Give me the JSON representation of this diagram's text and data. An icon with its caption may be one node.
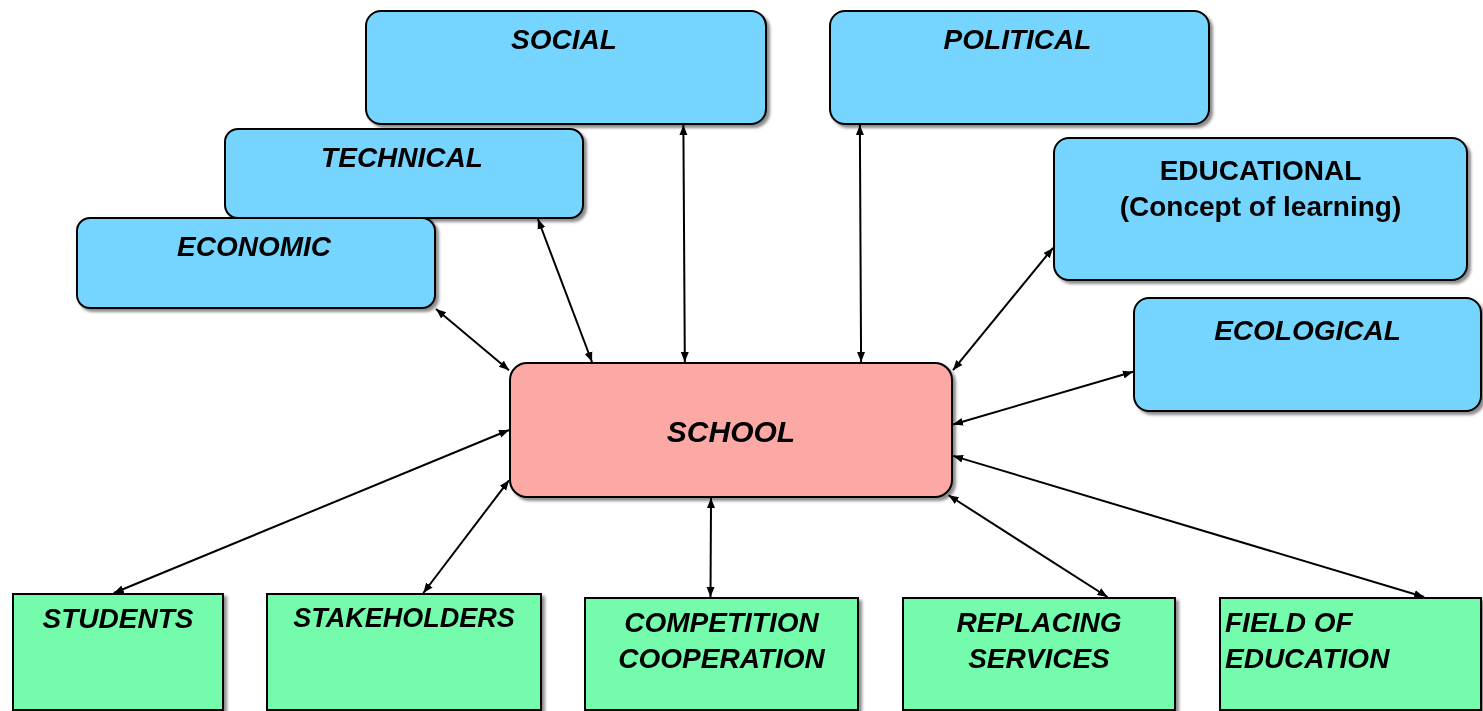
{
  "diagram": {
    "nodes": [
      {
        "text": [
          "SOCIAL"
        ]
      },
      {
        "text": [
          "POLITICAL"
        ]
      },
      {
        "text": [
          "TECHNICAL"
        ]
      },
      {
        "text": [
          "EDUCATIONAL",
          "(Concept of learning)"
        ]
      },
      {
        "text": [
          "ECONOMIC"
        ]
      },
      {
        "text": [
          "ECOLOGICAL"
        ]
      },
      {
        "text": [
          "SCHOOL"
        ]
      },
      {
        "text": [
          "STUDENTS"
        ]
      },
      {
        "text": [
          "STAKEHOLDERS"
        ]
      },
      {
        "text": [
          "COMPETITION COOPERATION"
        ]
      },
      {
        "text": [
          "REPLACING SERVICES"
        ]
      },
      {
        "text": [
          "FIELD OF EDUCATION"
        ]
      }
    ],
    "edges": [
      {
        "from": 6,
        "to": 0,
        "arrow": "both"
      },
      {
        "from": 6,
        "to": 1,
        "arrow": "both"
      },
      {
        "from": 6,
        "to": 2,
        "arrow": "both"
      },
      {
        "from": 6,
        "to": 4,
        "arrow": "both"
      },
      {
        "from": 6,
        "to": 3,
        "arrow": "both"
      },
      {
        "from": 6,
        "to": 5,
        "arrow": "both"
      },
      {
        "from": 6,
        "to": 7,
        "arrow": "both"
      },
      {
        "from": 6,
        "to": 8,
        "arrow": "both"
      },
      {
        "from": 6,
        "to": 9,
        "arrow": "both"
      },
      {
        "from": 6,
        "to": 10,
        "arrow": "both"
      },
      {
        "from": 6,
        "to": 11,
        "arrow": "both"
      }
    ]
  }
}
